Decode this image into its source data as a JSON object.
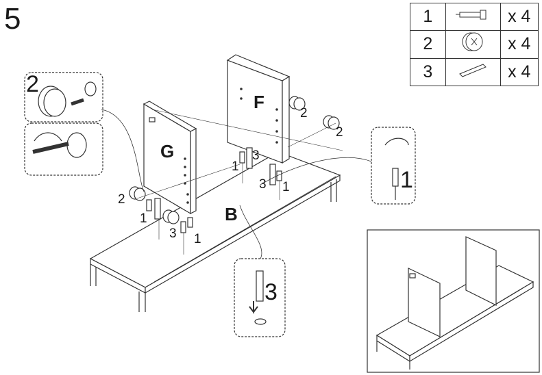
{
  "step": "5",
  "parts": [
    {
      "id": "1",
      "icon": "cam-bolt-icon",
      "qty": "x 4"
    },
    {
      "id": "2",
      "icon": "cam-lock-icon",
      "qty": "x 4"
    },
    {
      "id": "3",
      "icon": "wooden-dowel-icon",
      "qty": "x 4"
    }
  ],
  "panels": {
    "g": "G",
    "f": "F",
    "b": "B"
  },
  "callouts": {
    "cam_lock_detail": "2",
    "dowel_detail": "3",
    "cam_bolt_detail": "1",
    "g_cam_left": "2",
    "g_bolt": "1",
    "g_dowel": "3",
    "g_bolt_b": "1",
    "f_cam_a": "2",
    "f_cam_b": "2",
    "f_bolt": "1",
    "f_dowel": "3",
    "f_dowel_b": "3",
    "f_bolt_b": "1"
  }
}
